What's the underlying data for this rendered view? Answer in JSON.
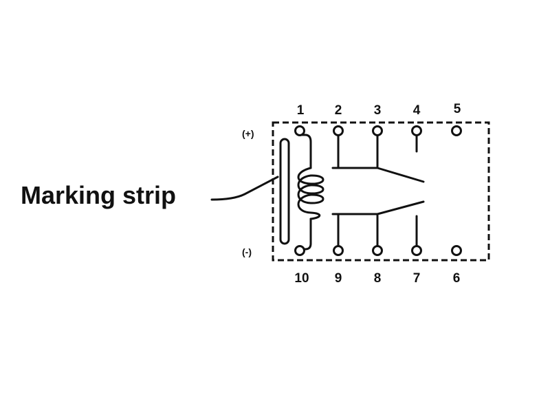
{
  "callout": {
    "label": "Marking strip"
  },
  "polarity": {
    "plus": "(+)",
    "minus": "(-)"
  },
  "pins": {
    "top": [
      "1",
      "2",
      "3",
      "4",
      "5"
    ],
    "bottom": [
      "10",
      "9",
      "8",
      "7",
      "6"
    ]
  },
  "colors": {
    "ink": "#111111",
    "background": "#ffffff"
  }
}
